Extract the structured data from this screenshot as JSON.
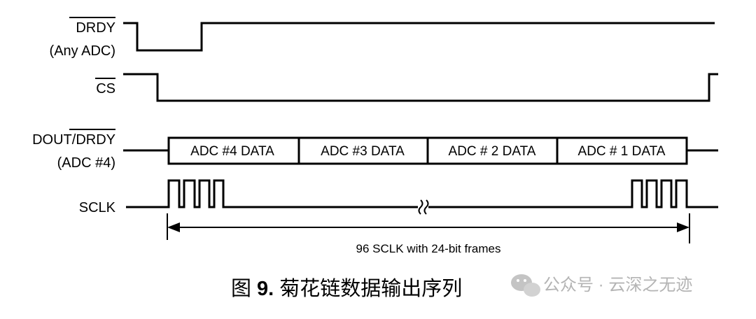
{
  "signals": {
    "drdy": {
      "line1": "DRDY",
      "line2": "(Any ADC)"
    },
    "cs": {
      "line1": "CS"
    },
    "dout": {
      "line1_a": "DOUT/",
      "line1_b": "DRDY",
      "line2": "(ADC #4)"
    },
    "sclk": {
      "line1": "SCLK"
    }
  },
  "frames": [
    "ADC #4 DATA",
    "ADC #3 DATA",
    "ADC # 2 DATA",
    "ADC # 1 DATA"
  ],
  "span_note": "96 SCLK with 24-bit frames",
  "caption": {
    "prefix": "图",
    "number": "9.",
    "text": "菊花链数据输出序列"
  },
  "watermark": {
    "text": "公众号 · 云深之无迹",
    "icon": "wechat-icon"
  },
  "colors": {
    "line": "#000000",
    "watermark": "#b4b4b4"
  }
}
